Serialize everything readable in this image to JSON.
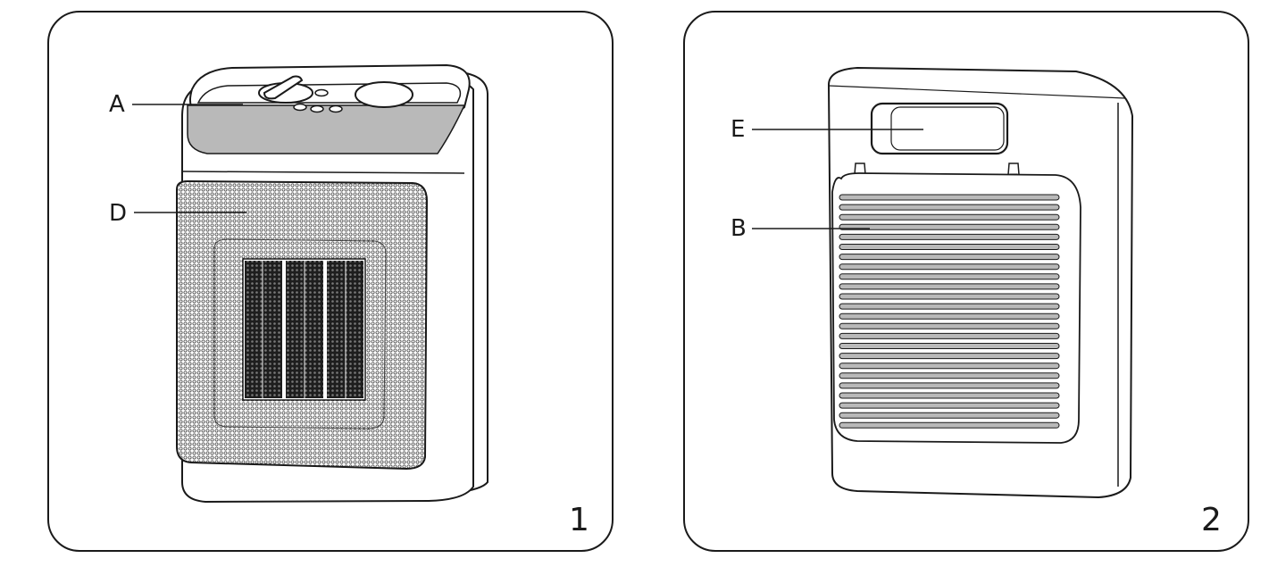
{
  "panels": [
    {
      "number": "1",
      "view": "front",
      "callouts": [
        {
          "label": "A"
        },
        {
          "label": "D"
        }
      ]
    },
    {
      "number": "2",
      "view": "back",
      "callouts": [
        {
          "label": "E"
        },
        {
          "label": "B"
        }
      ]
    }
  ],
  "colors": {
    "line": "#1a1a1a",
    "grey_band": "#b9b9b9",
    "heater_element": "#2a2a2a"
  }
}
